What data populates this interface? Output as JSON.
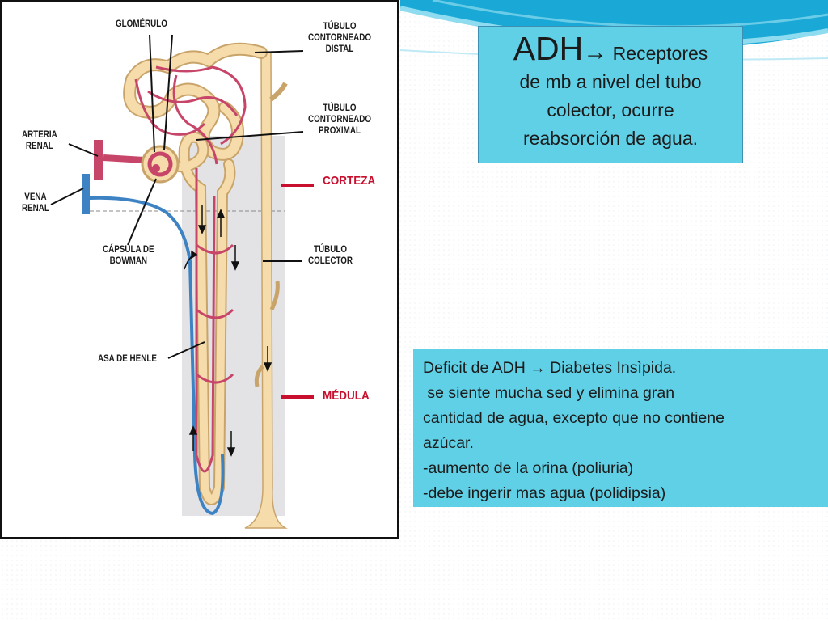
{
  "diagram": {
    "labels": {
      "glomerulo": "GLOMÉRULO",
      "tubulo_distal": "TÚBULO\nCONTORNEADO\nDISTAL",
      "tubulo_proximal": "TÚBULO\nCONTORNEADO\nPROXIMAL",
      "arteria_renal": "ARTERIA\nRENAL",
      "vena_renal": "VENA\nRENAL",
      "capsula_bowman": "CÁPSULA DE\nBOWMAN",
      "tubulo_colector": "TÚBULO\nCOLECTOR",
      "asa_henle": "ASA DE HENLE",
      "corteza": "CORTEZA",
      "medula": "MÉDULA"
    }
  },
  "callout_adh": {
    "title": "ADH",
    "arrow": "→",
    "text_line1": " Receptores",
    "text_line2": "de mb a nivel del tubo",
    "text_line3": "colector, ocurre",
    "text_line4": "reabsorción de agua."
  },
  "callout_deficit": {
    "lines": [
      "Deficit de ADH → Diabetes Insìpida.",
      " se siente mucha sed y elimina gran",
      "cantidad de agua, excepto que no contiene",
      "azúcar.",
      "-aumento de la orina (poliuria)",
      "-debe ingerir mas agua (polidipsia)"
    ]
  },
  "colors": {
    "tubule": "#f6dcaa",
    "tubule_outline": "#c9a46a",
    "capillary": "#c8456a",
    "vein": "#3d83c4",
    "zone_text": "#c8102e",
    "callout_fill": "#5fd0e6"
  }
}
